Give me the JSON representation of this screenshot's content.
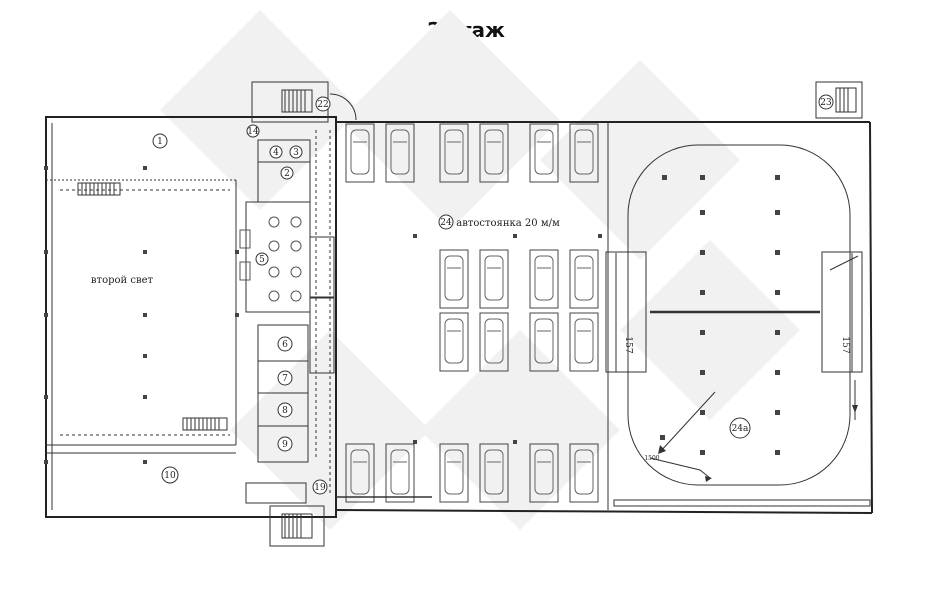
{
  "title": "2 этаж",
  "plan": {
    "labels": {
      "second_light": "второй свет",
      "parking": "автостоянка 20 м/м",
      "dim_left": "157",
      "dim_right": "157",
      "dim_small": "1500"
    },
    "rooms": [
      "1",
      "2",
      "3",
      "4",
      "5",
      "6",
      "7",
      "8",
      "9",
      "10",
      "14",
      "19",
      "22",
      "23",
      "24",
      "24а"
    ],
    "parking_spaces": 20
  }
}
